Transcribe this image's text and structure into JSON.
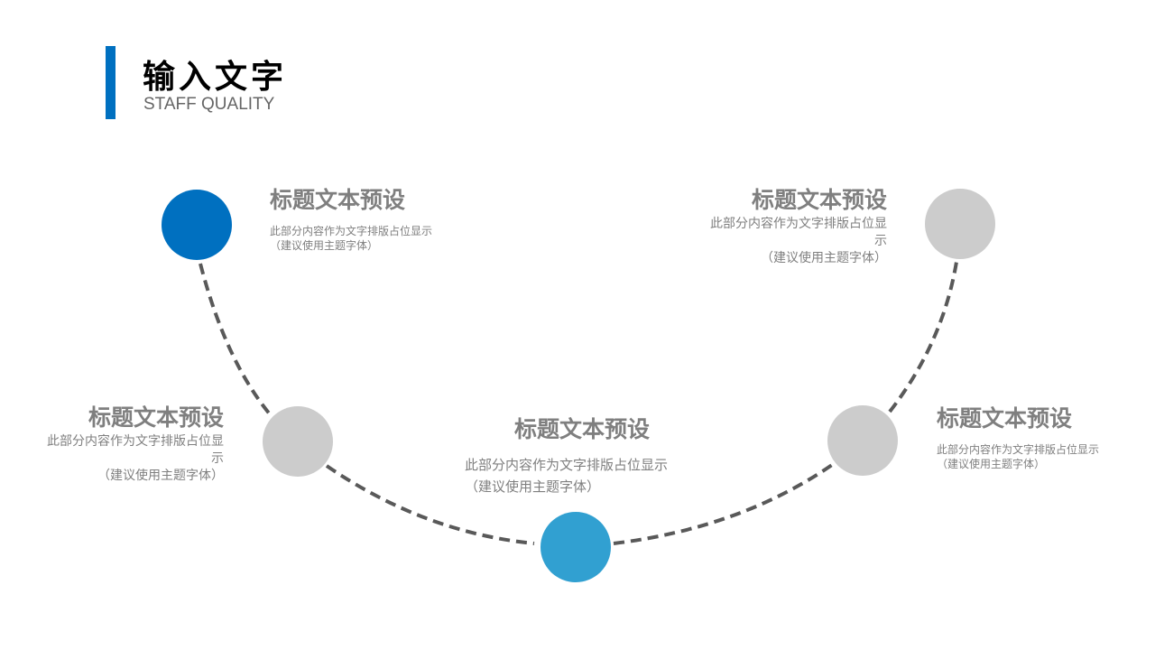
{
  "header": {
    "title": "输入文字",
    "subtitle": "STAFF QUALITY"
  },
  "colors": {
    "accent": "#0070c0",
    "light_blue": "#31a0d1",
    "grey": "#cccccc",
    "line": "#595959"
  },
  "items": [
    {
      "title": "标题文本预设",
      "desc": "此部分内容作为文字排版占位显示",
      "note": "（建议使用主题字体）"
    },
    {
      "title": "标题文本预设",
      "desc": "此部分内容作为文字排版占位显示",
      "note": "（建议使用主题字体）"
    },
    {
      "title": "标题文本预设",
      "desc": "此部分内容作为文字排版占位显示",
      "note": "（建议使用主题字体）"
    },
    {
      "title": "标题文本预设",
      "desc": "此部分内容作为文字排版占位显示",
      "note": "（建议使用主题字体）"
    },
    {
      "title": "标题文本预设",
      "desc": "此部分内容作为文字排版占位显示",
      "note": "（建议使用主题字体）"
    }
  ]
}
